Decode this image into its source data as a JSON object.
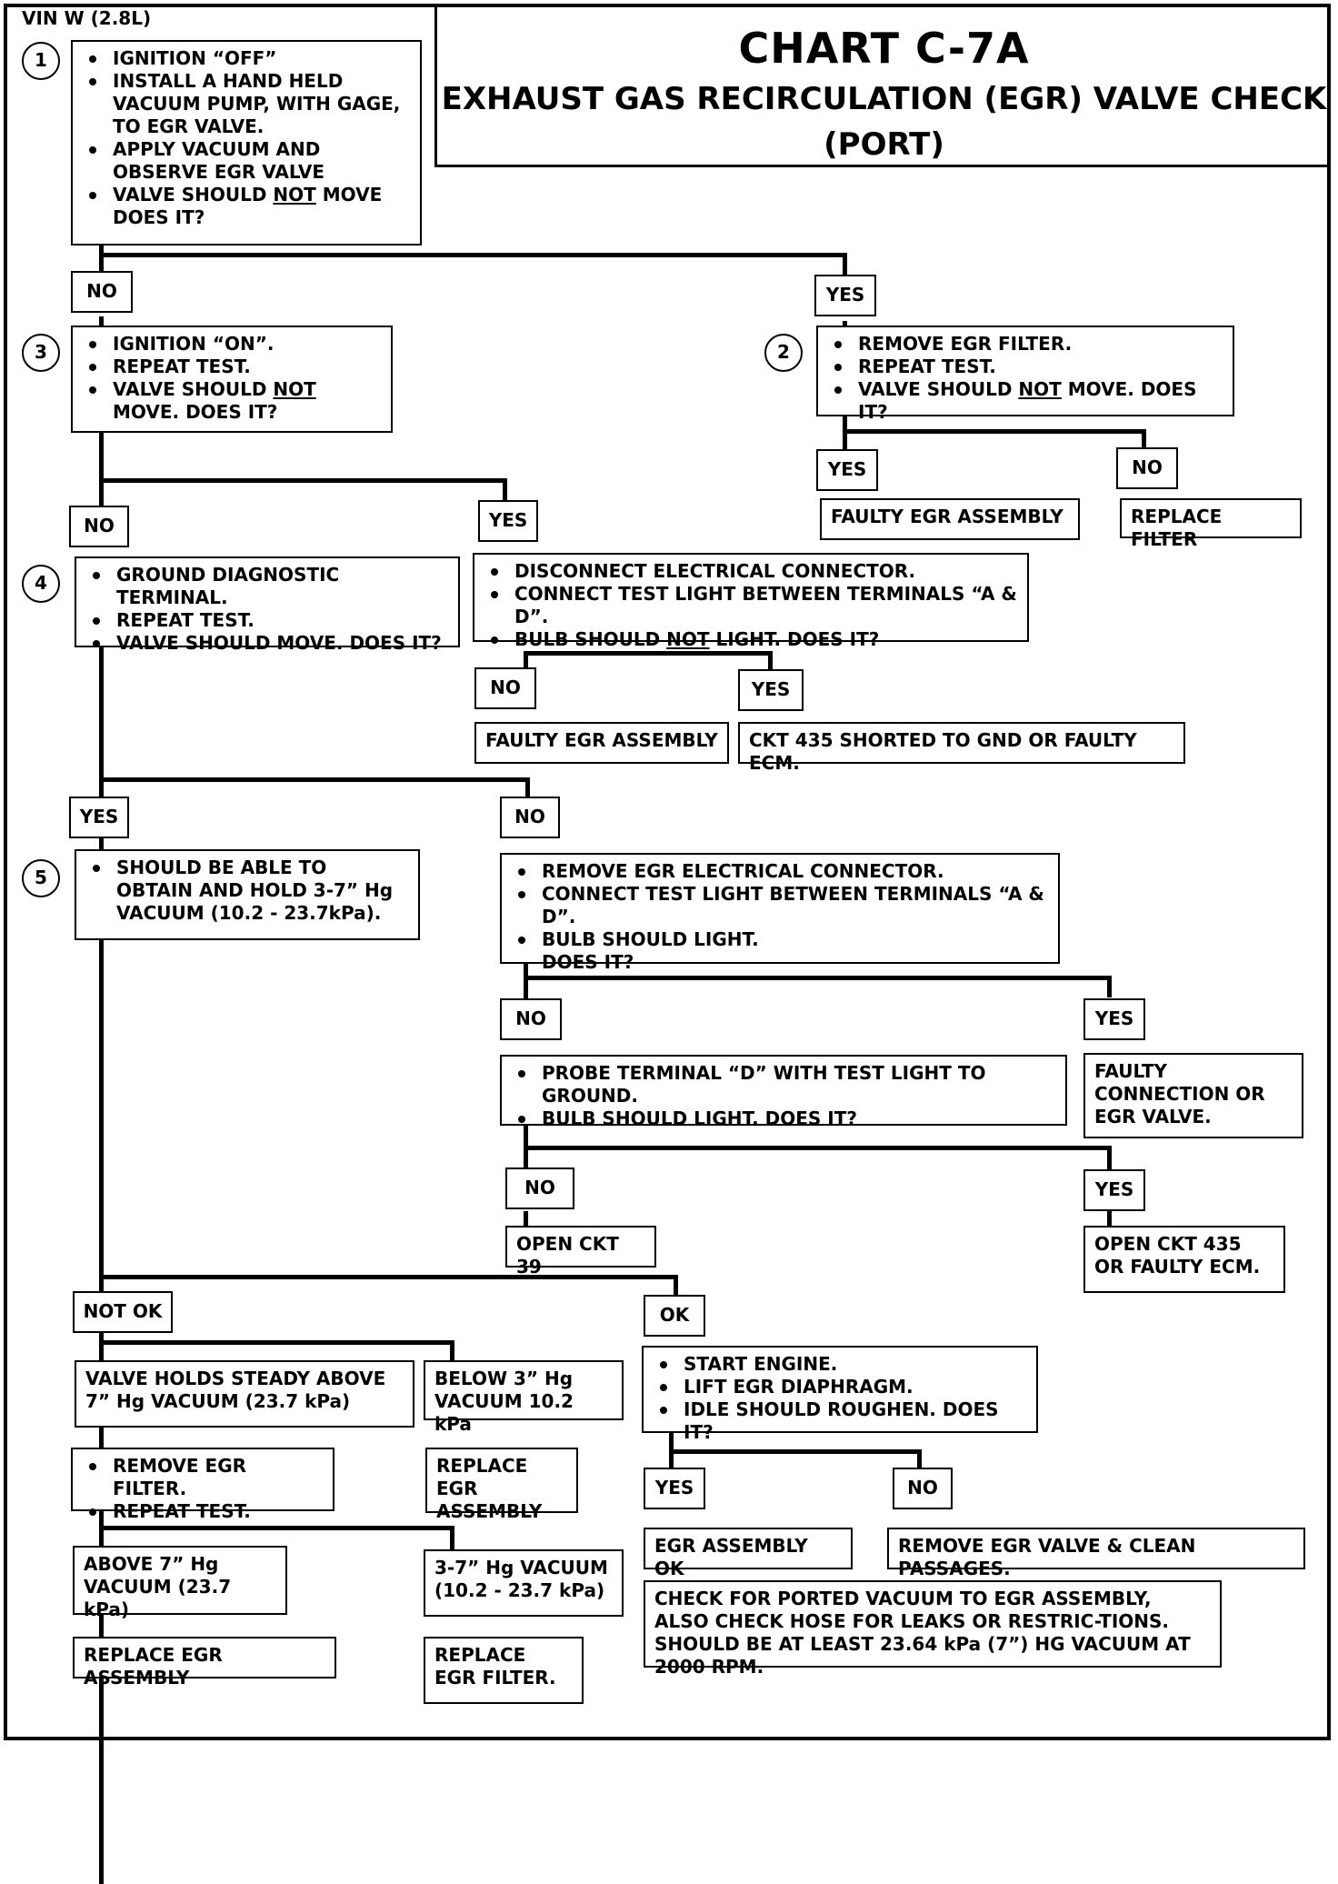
{
  "header": {
    "vin": "VIN W (2.8L)",
    "chart_id": "CHART C-7A",
    "chart_title": "EXHAUST GAS RECIRCULATION (EGR) VALVE CHECK",
    "chart_subtitle": "(PORT)"
  },
  "steps": {
    "s1": {
      "num": "1",
      "items": [
        "IGNITION “OFF”",
        "INSTALL A HAND HELD VACUUM PUMP, WITH GAGE, TO EGR VALVE.",
        "APPLY VACUUM AND OBSERVE EGR VALVE"
      ],
      "q_pre": "VALVE SHOULD ",
      "q_em": "NOT",
      "q_post": " MOVE DOES IT?"
    },
    "s2": {
      "num": "2",
      "items": [
        "REMOVE EGR FILTER.",
        "REPEAT TEST."
      ],
      "q_pre": "VALVE SHOULD ",
      "q_em": "NOT",
      "q_post": " MOVE.  DOES IT?"
    },
    "s3": {
      "num": "3",
      "items": [
        "IGNITION “ON”.",
        "REPEAT TEST."
      ],
      "q_pre": "VALVE SHOULD ",
      "q_em": "NOT",
      "q_post": " MOVE. DOES IT?"
    },
    "s4": {
      "num": "4",
      "items": [
        "GROUND DIAGNOSTIC TERMINAL.",
        "REPEAT TEST.",
        "VALVE SHOULD MOVE.  DOES IT?"
      ]
    },
    "s5": {
      "num": "5",
      "items": [
        "SHOULD BE ABLE TO OBTAIN AND HOLD 3-7” Hg VACUUM (10.2 - 23.7kPa)."
      ]
    },
    "disconnect": {
      "items": [
        "DISCONNECT ELECTRICAL CONNECTOR.",
        "CONNECT TEST LIGHT BETWEEN TERMINALS “A & D”."
      ],
      "q_pre": "BULB SHOULD ",
      "q_em": "NOT",
      "q_post": " LIGHT.  DOES IT?"
    },
    "remove_conn": {
      "items": [
        "REMOVE EGR ELECTRICAL CONNECTOR.",
        "CONNECT TEST LIGHT BETWEEN TERMINALS “A & D”.",
        "BULB SHOULD LIGHT."
      ],
      "extra": "DOES IT?"
    },
    "probe": {
      "items": [
        "PROBE TERMINAL “D” WITH TEST LIGHT TO GROUND.",
        "BULB SHOULD LIGHT.   DOES IT?"
      ]
    },
    "start": {
      "items": [
        "START ENGINE.",
        "LIFT EGR DIAPHRAGM.",
        "IDLE SHOULD ROUGHEN.  DOES IT?"
      ]
    },
    "remove_filter": {
      "items": [
        "REMOVE EGR FILTER.",
        "REPEAT TEST."
      ]
    }
  },
  "results": {
    "faulty_egr_1": "FAULTY EGR ASSEMBLY",
    "replace_filter": "REPLACE FILTER",
    "faulty_egr_2": "FAULTY EGR ASSEMBLY",
    "ckt435_short": "CKT 435 SHORTED TO GND OR FAULTY ECM.",
    "faulty_conn": "FAULTY CONNECTION OR EGR VALVE.",
    "open_ckt39": "OPEN CKT 39",
    "open_ckt435": "OPEN CKT 435 OR FAULTY ECM.",
    "holds_steady": "VALVE HOLDS STEADY ABOVE 7” Hg VACUUM (23.7 kPa)",
    "below3": "BELOW 3” Hg VACUUM 10.2 kPa",
    "replace_egr_1": "REPLACE EGR ASSEMBLY",
    "above7": "ABOVE 7” Hg VACUUM (23.7 kPa)",
    "range37": "3-7” Hg VACUUM (10.2 - 23.7 kPa)",
    "replace_egr_2": "REPLACE EGR ASSEMBLY",
    "replace_egr_filter": "REPLACE EGR FILTER.",
    "egr_ok": "EGR ASSEMBLY OK",
    "remove_valve": "REMOVE EGR VALVE & CLEAN PASSAGES.",
    "check_ported": "CHECK FOR PORTED VACUUM TO EGR ASSEMBLY, ALSO CHECK HOSE FOR LEAKS OR RESTRIC-TIONS.  SHOULD BE AT LEAST 23.64 kPa (7”) HG VACUUM AT 2000 RPM."
  },
  "labels": {
    "no": "NO",
    "yes": "YES",
    "ok": "OK",
    "not_ok": "NOT OK"
  }
}
